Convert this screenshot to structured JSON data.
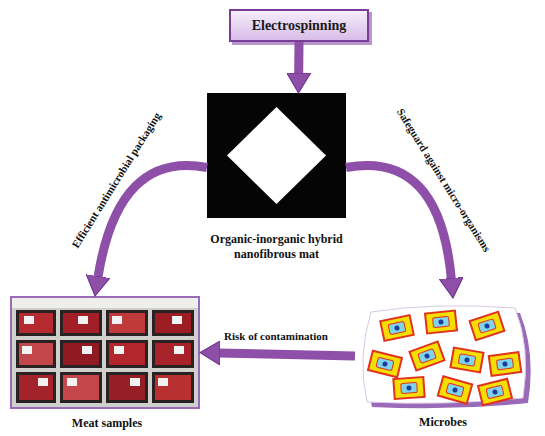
{
  "diagram": {
    "nodes": [
      {
        "text": [
          "Electrospinning"
        ]
      },
      {
        "text": [
          "Organic-inorganic hybrid nanofibrous mat"
        ]
      },
      {
        "text": [
          "Meat samples"
        ]
      },
      {
        "text": [
          "Microbes"
        ]
      }
    ],
    "edges": [
      {
        "from": 0,
        "to": 1,
        "arrow": "to"
      },
      {
        "from": 1,
        "to": 2,
        "label": "Efficient antimicrobial packaging",
        "arrow": "to"
      },
      {
        "from": 1,
        "to": 3,
        "label": "Safeguard against micro-organisms",
        "arrow": "to"
      },
      {
        "from": 3,
        "to": 2,
        "label": "Risk of contamination",
        "arrow": "to"
      }
    ]
  }
}
